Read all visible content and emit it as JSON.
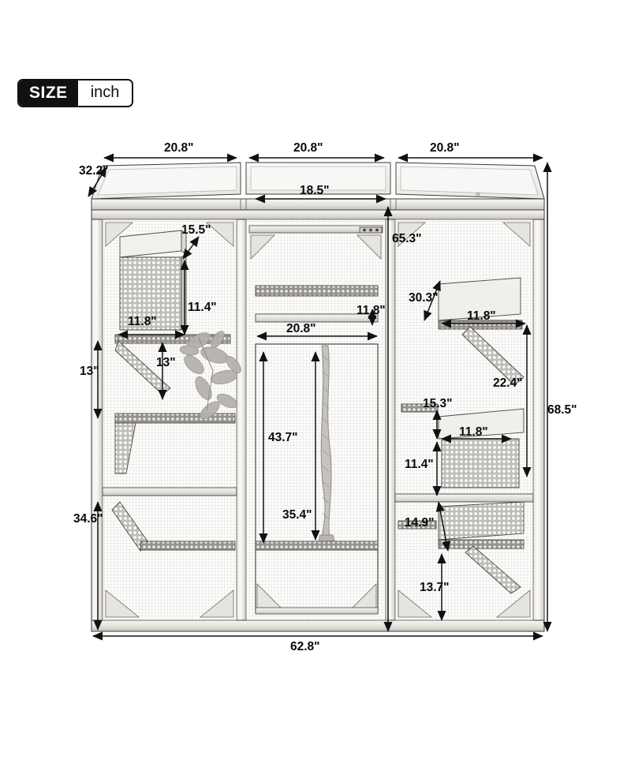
{
  "badge": {
    "label": "SIZE",
    "unit": "inch"
  },
  "product": {
    "type": "outdoor-cat-house-catio",
    "bays": 3
  },
  "colors": {
    "background": "#ffffff",
    "line": "#1a1a1a",
    "wood_light": "#f2f1ef",
    "wood_mid": "#d9d7d3",
    "wood_dark": "#b6b3ad",
    "mesh": "#c9c7c3",
    "mesh_dark": "#8f8d89",
    "panel_fill": "#fbfbfa",
    "plant": "#9a9894",
    "badge_dark": "#111111"
  },
  "dimensions": {
    "top": [
      {
        "id": "top-left-width",
        "label": "20.8\""
      },
      {
        "id": "top-center-width",
        "label": "20.8\""
      },
      {
        "id": "top-right-width",
        "label": "20.8\""
      }
    ],
    "depth": {
      "id": "roof-depth",
      "label": "32.2\""
    },
    "door_width": {
      "id": "center-door-width",
      "label": "18.5\""
    },
    "overall_height": {
      "id": "overall-height",
      "label": "68.5\""
    },
    "overall_width": {
      "id": "overall-width",
      "label": "62.8\""
    },
    "body_height": {
      "id": "body-height",
      "label": "65.3\""
    },
    "left_bay": [
      {
        "id": "left-box-depth",
        "label": "15.5\""
      },
      {
        "id": "left-box-height",
        "label": "11.4\""
      },
      {
        "id": "left-box-width",
        "label": "11.8\""
      },
      {
        "id": "left-tier-height",
        "label": "13\""
      },
      {
        "id": "left-ramp-height",
        "label": "13\""
      },
      {
        "id": "left-lower-height",
        "label": "34.6\""
      }
    ],
    "center_bay": [
      {
        "id": "center-shelf-thickness",
        "label": "11.8\""
      },
      {
        "id": "center-shelf-width",
        "label": "20.8\""
      },
      {
        "id": "center-door-height",
        "label": "43.7\""
      },
      {
        "id": "center-rope-length",
        "label": "35.4\""
      }
    ],
    "right_bay": [
      {
        "id": "right-shelf-depth",
        "label": "30.3\""
      },
      {
        "id": "right-shelf-width",
        "label": "11.8\""
      },
      {
        "id": "right-ramp-drop",
        "label": "22.4\""
      },
      {
        "id": "right-mid-gap",
        "label": "15.3\""
      },
      {
        "id": "right-mid-shelf-width",
        "label": "11.8\""
      },
      {
        "id": "right-mid-shelf-height",
        "label": "11.4\""
      },
      {
        "id": "right-lower-shelf-depth",
        "label": "14.9\""
      },
      {
        "id": "right-lower-clearance",
        "label": "13.7\""
      }
    ]
  }
}
